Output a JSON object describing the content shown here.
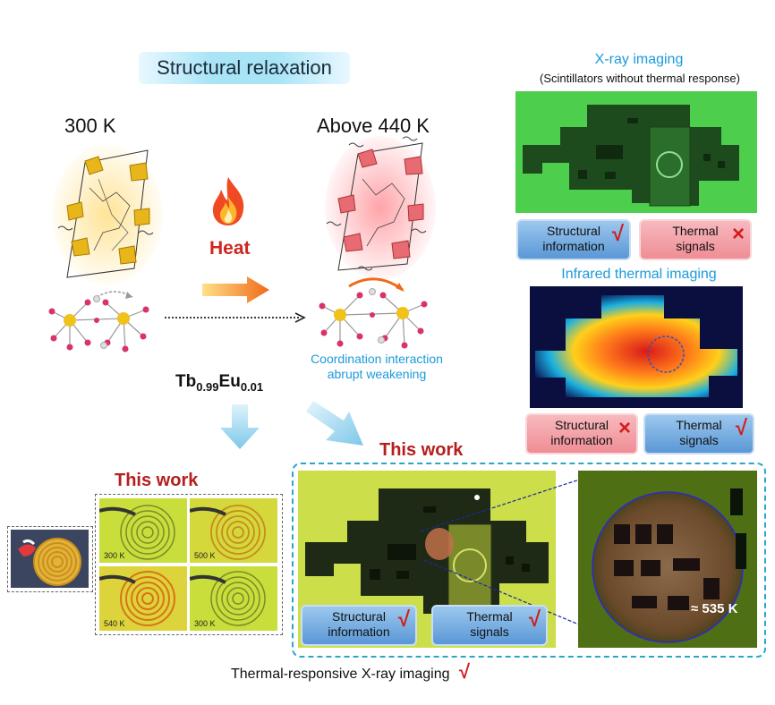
{
  "left": {
    "title": "Structural relaxation",
    "temp_low": "300 K",
    "temp_high": "Above 440 K",
    "heat_label": "Heat",
    "coordination_line1": "Coordination interaction",
    "coordination_line2": "abrupt weakening",
    "formula": {
      "a": "Tb",
      "a_sub": "0.99",
      "b": "Eu",
      "b_sub": "0.01"
    }
  },
  "right": {
    "xray_title": "X-ray imaging",
    "xray_subtitle": "(Scintillators without thermal response)",
    "ir_title": "Infrared thermal imaging",
    "tags": {
      "structural_l1": "Structural",
      "structural_l2": "information",
      "thermal_l1": "Thermal",
      "thermal_l2": "signals",
      "check": "√",
      "cross": "×"
    }
  },
  "bottom": {
    "this_work_left": "This work",
    "this_work_center": "This work",
    "thermo_labels": [
      "300 K",
      "500 K",
      "540 K",
      "300 K"
    ],
    "temp_readout": "≈ 535 K",
    "caption": "Thermal-responsive X-ray imaging",
    "caption_mark": "√"
  },
  "colors": {
    "heat_red": "#d1261f",
    "accent_blue": "#1a9bd8",
    "work_red": "#b51e1e"
  }
}
